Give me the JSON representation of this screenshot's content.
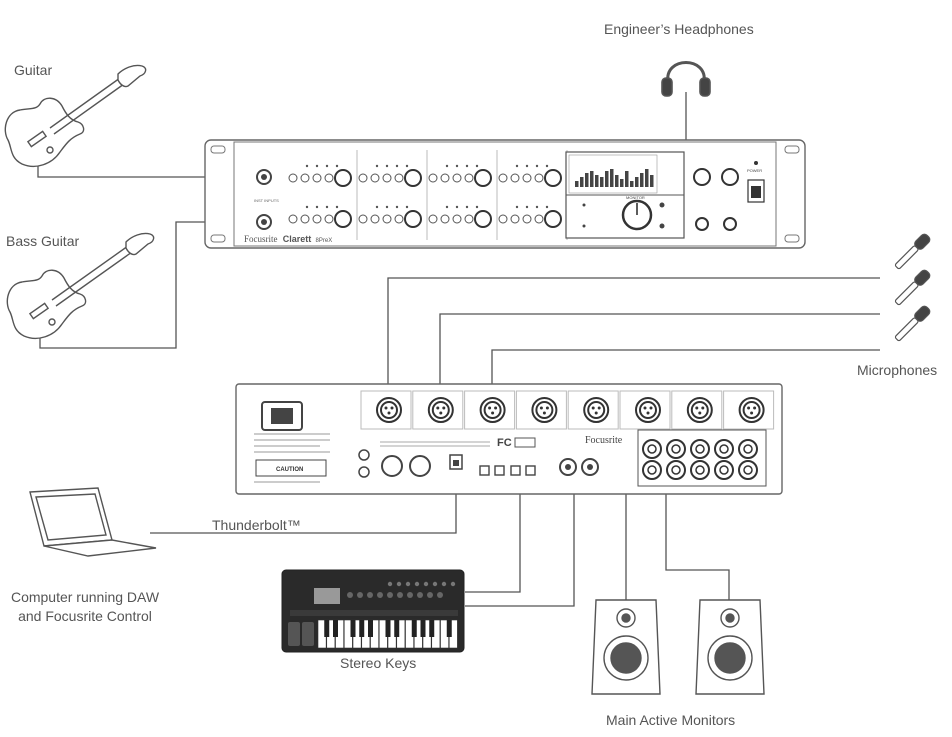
{
  "labels": {
    "guitar": "Guitar",
    "bass_guitar": "Bass Guitar",
    "engineers_headphones": "Engineer’s Headphones",
    "microphones": "Microphones",
    "thunderbolt": "Thunderbolt™",
    "computer_line1": "Computer running DAW",
    "computer_line2": "and Focusrite Control",
    "stereo_keys": "Stereo Keys",
    "main_active_monitors": "Main Active Monitors"
  },
  "front_panel": {
    "brand": "Focusrite",
    "model": "Clarett",
    "model_suffix": "8PreX",
    "inst_inputs": "INST INPUTS",
    "monitor": "MONITOR",
    "power": "POWER"
  },
  "rear_panel": {
    "brand": "Focusrite",
    "fc_mark": "FC",
    "caution": "CAUTION"
  },
  "colors": {
    "line": "#555555",
    "device_stroke": "#666666",
    "device_fill": "#ffffff",
    "screen": "#333333",
    "dark": "#222222"
  }
}
